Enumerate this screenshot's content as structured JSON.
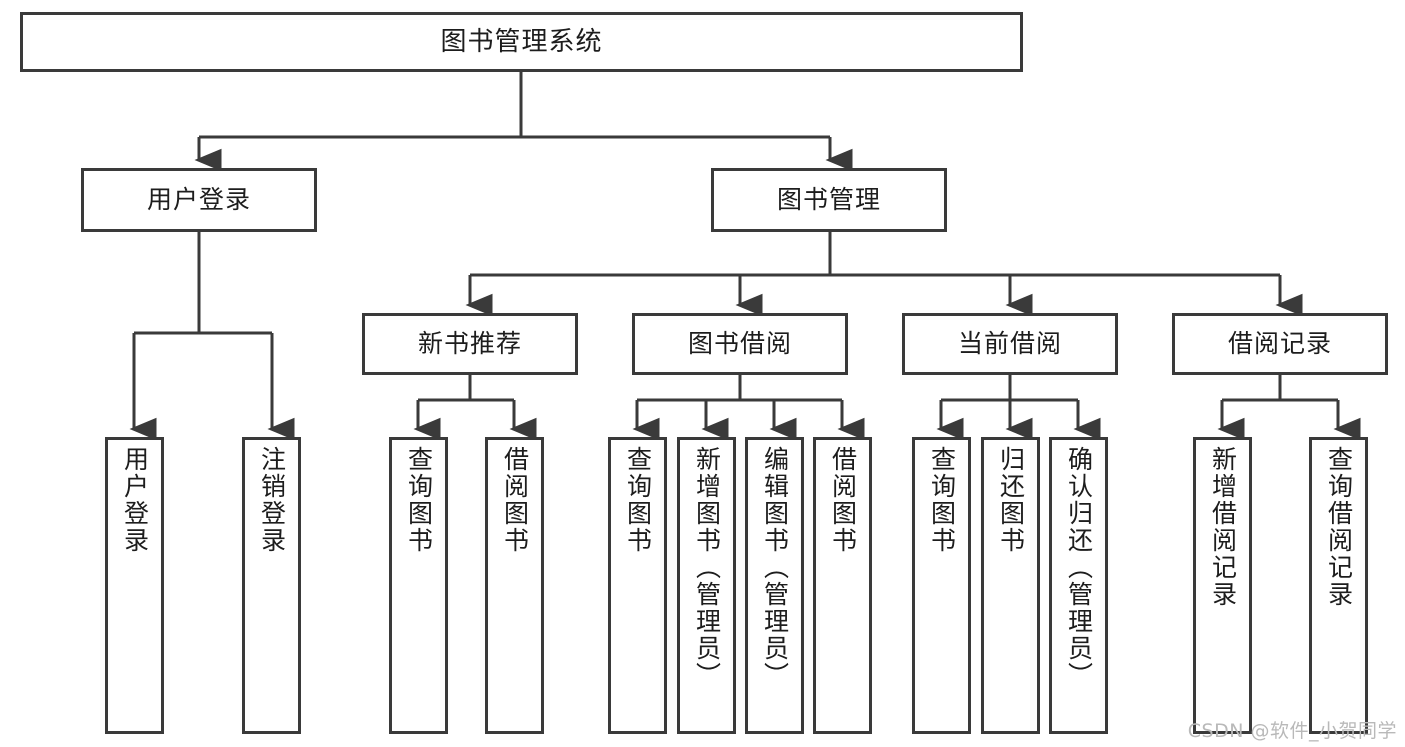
{
  "diagram": {
    "title": "图书管理系统",
    "type": "tree-hierarchy-diagram",
    "colors": {
      "box_border": "#3a3a3a",
      "box_fill": "#ffffff",
      "connector": "#3a3a3a",
      "text": "#1d1d1d",
      "watermark": "#b9b9b9",
      "background": "#ffffff"
    },
    "levels": {
      "root": {
        "label": "图书管理系统"
      },
      "level2": [
        {
          "id": "user-login",
          "label": "用户登录"
        },
        {
          "id": "book-management",
          "label": "图书管理"
        }
      ],
      "level3": [
        {
          "id": "new-book-recommend",
          "label": "新书推荐"
        },
        {
          "id": "book-borrow",
          "label": "图书借阅"
        },
        {
          "id": "current-borrow",
          "label": "当前借阅"
        },
        {
          "id": "borrow-record",
          "label": "借阅记录"
        }
      ],
      "leaves": {
        "user-login": [
          {
            "id": "leaf-user-login",
            "label": "用户登录"
          },
          {
            "id": "leaf-user-logout",
            "label": "注销登录"
          }
        ],
        "new-book-recommend": [
          {
            "id": "leaf-query-book-1",
            "label": "查询图书"
          },
          {
            "id": "leaf-borrow-book-1",
            "label": "借阅图书"
          }
        ],
        "book-borrow": [
          {
            "id": "leaf-query-book-2",
            "label": "查询图书"
          },
          {
            "id": "leaf-add-book",
            "label": "新增图书（管理员）"
          },
          {
            "id": "leaf-edit-book",
            "label": "编辑图书（管理员）"
          },
          {
            "id": "leaf-borrow-book-2",
            "label": "借阅图书"
          }
        ],
        "current-borrow": [
          {
            "id": "leaf-query-book-3",
            "label": "查询图书"
          },
          {
            "id": "leaf-return-book",
            "label": "归还图书"
          },
          {
            "id": "leaf-confirm-return",
            "label": "确认归还（管理员）"
          }
        ],
        "borrow-record": [
          {
            "id": "leaf-add-record",
            "label": "新增借阅记录"
          },
          {
            "id": "leaf-query-record",
            "label": "查询借阅记录"
          }
        ]
      }
    },
    "watermark": "CSDN @软件_小贺同学"
  }
}
